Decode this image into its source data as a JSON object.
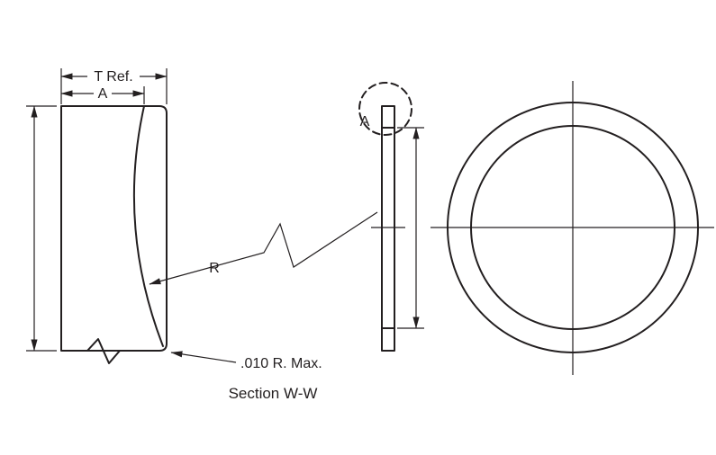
{
  "labels": {
    "thickness_dim": "T Ref.",
    "width_dim": "A",
    "radius_leader": "R",
    "detail_callout": "A",
    "corner_note": ".010 R. Max.",
    "caption": "Section W-W"
  },
  "colors": {
    "line": "#231f20",
    "text": "#231f20",
    "background": "#ffffff"
  }
}
